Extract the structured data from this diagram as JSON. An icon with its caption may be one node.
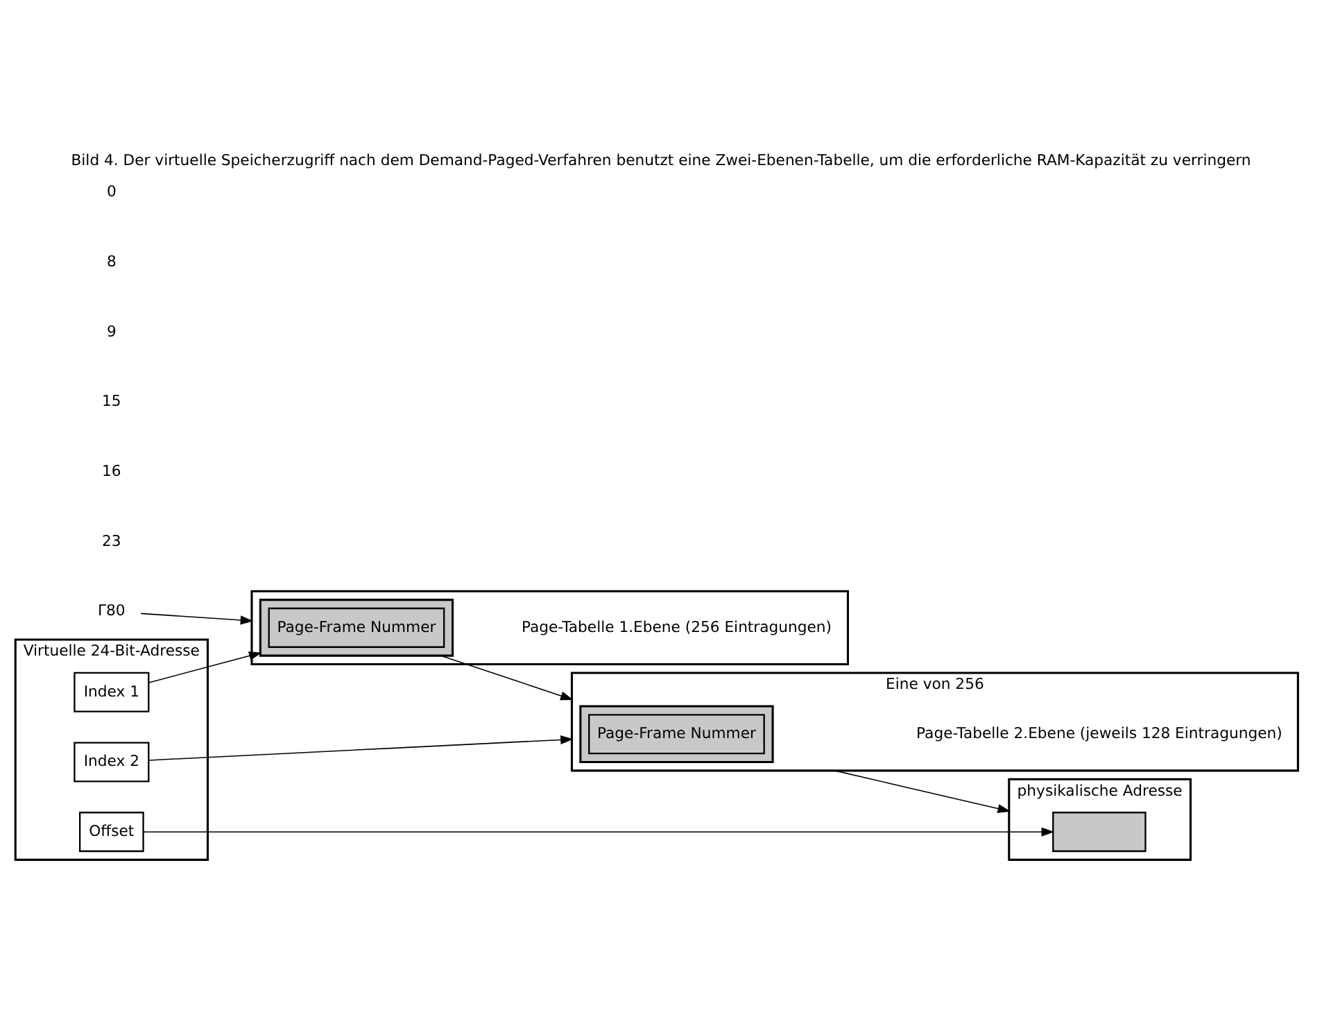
{
  "diagram": {
    "title": "Bild 4. Der virtuelle Speicherzugriff nach dem Demand-Paged-Verfahren benutzt eine Zwei-Ebenen-Tabelle, um die erforderliche RAM-Kapazität zu verringern",
    "nodes": [
      {
        "text": [
          "Virtuelle 24-Bit-Adresse"
        ]
      },
      {
        "text": [
          "Index 1"
        ],
        "in": 0
      },
      {
        "text": [
          "Index 2"
        ],
        "in": 0
      },
      {
        "text": [
          "Offset"
        ],
        "in": 0
      },
      {
        "text": [
          "Γ80"
        ]
      },
      {
        "text": [],
        "shape": "box",
        "beside": [
          "Page-Tabelle 1.Ebene (256 Eintragungen)"
        ]
      },
      {
        "text": [],
        "shape": "bar",
        "in": 5
      },
      {
        "text": [
          "Page-Frame Nummer"
        ],
        "in": 6
      },
      {
        "text": [
          "Eine von 256"
        ],
        "beside": [
          "Page-Tabelle 2.Ebene (jeweils 128 Eintragungen)"
        ]
      },
      {
        "text": [],
        "shape": "bar",
        "in": 8
      },
      {
        "text": [
          "Page-Frame Nummer"
        ],
        "in": 9
      },
      {
        "text": [
          "physikalische Adresse"
        ]
      },
      {
        "text": [],
        "shape": "bar",
        "in": 11
      }
    ],
    "edges": [
      {
        "from": 4,
        "to": 5,
        "arrow": "to"
      },
      {
        "from": 1,
        "to": 6,
        "arrow": "to"
      },
      {
        "from": 6,
        "to": 8,
        "arrow": "to"
      },
      {
        "from": 2,
        "to": 8,
        "arrow": "to"
      },
      {
        "from": 8,
        "to": 11,
        "arrow": "to"
      },
      {
        "from": 3,
        "to": 12,
        "arrow": "to"
      }
    ],
    "labels": [
      "23",
      "16",
      "15",
      "9",
      "8",
      "0"
    ]
  }
}
